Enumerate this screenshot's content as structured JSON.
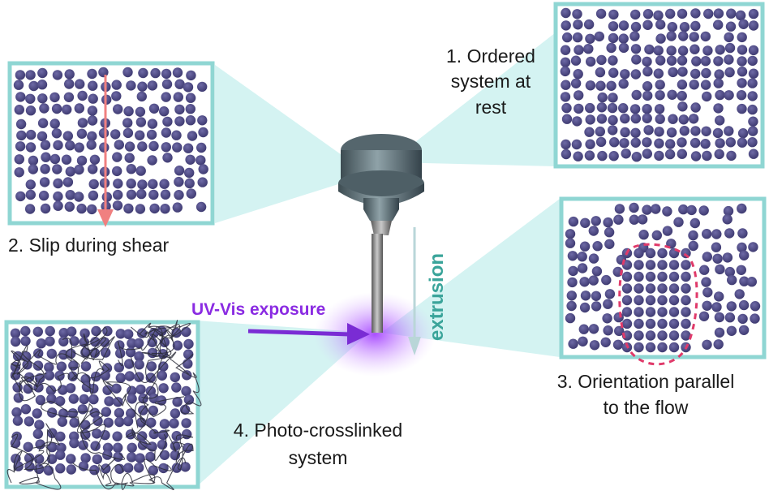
{
  "colors": {
    "particle": "#4e4a83",
    "frame": "#8fd6d3",
    "beam": "#bfeceb",
    "uv": "#8a2be2",
    "slip_arrow": "#f08080",
    "extrusion_arrow": "#b9d6d8",
    "extrusion_text": "#3aa49a",
    "dashed_outline": "#e03a6a",
    "nozzle": "#6b7f86"
  },
  "labels": {
    "panel1_line1": "1. Ordered",
    "panel1_line2": "system at",
    "panel1_line3": "rest",
    "panel2": "2. Slip during shear",
    "panel3_line1": "3. Orientation parallel",
    "panel3_line2": "to the flow",
    "panel4_line1": "4. Photo-crosslinked",
    "panel4_line2": "system",
    "uv": "UV-Vis exposure",
    "extrusion": "extrusion"
  },
  "icons": {
    "nozzle": "extrusion-nozzle-icon",
    "uv_arrow": "uv-arrow-icon",
    "slip_arrow": "slip-arrow-icon",
    "extrusion_arrow": "extrusion-arrow-icon"
  }
}
